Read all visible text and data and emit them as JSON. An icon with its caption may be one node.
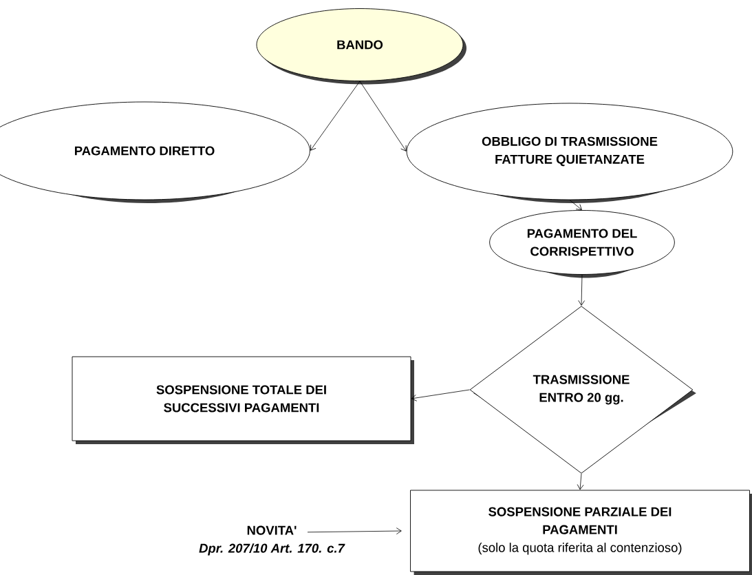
{
  "diagram": {
    "nodes": [
      {
        "text": [
          "BANDO"
        ]
      },
      {
        "text": [
          "PAGAMENTO DIRETTO"
        ]
      },
      {
        "text": [
          "OBBLIGO DI TRASMISSIONE FATTURE QUIETANZATE"
        ]
      },
      {
        "text": [
          "PAGAMENTO DEL CORRISPETTIVO"
        ]
      },
      {
        "text": [
          "TRASMISSIONE ENTRO 20 gg."
        ]
      },
      {
        "text": [
          "SOSPENSIONE TOTALE DEI SUCCESSIVI PAGAMENTI"
        ]
      },
      {
        "text": [
          "SOSPENSIONE PARZIALE DEI PAGAMENTI",
          "(solo la quota riferita al contenzioso)"
        ]
      },
      {
        "text": [
          "NOVITA'",
          "Dpr. 207/10 Art. 170. c.7"
        ]
      }
    ],
    "edges": [
      {
        "from": 0,
        "to": 1,
        "arrow": "to"
      },
      {
        "from": 0,
        "to": 2,
        "arrow": "to"
      },
      {
        "from": 2,
        "to": 3,
        "arrow": "to"
      },
      {
        "from": 3,
        "to": 4,
        "arrow": "to"
      },
      {
        "from": 4,
        "to": 5,
        "arrow": "to"
      },
      {
        "from": 4,
        "to": 6,
        "arrow": "to"
      },
      {
        "from": 7,
        "to": 6,
        "arrow": "to"
      }
    ]
  }
}
